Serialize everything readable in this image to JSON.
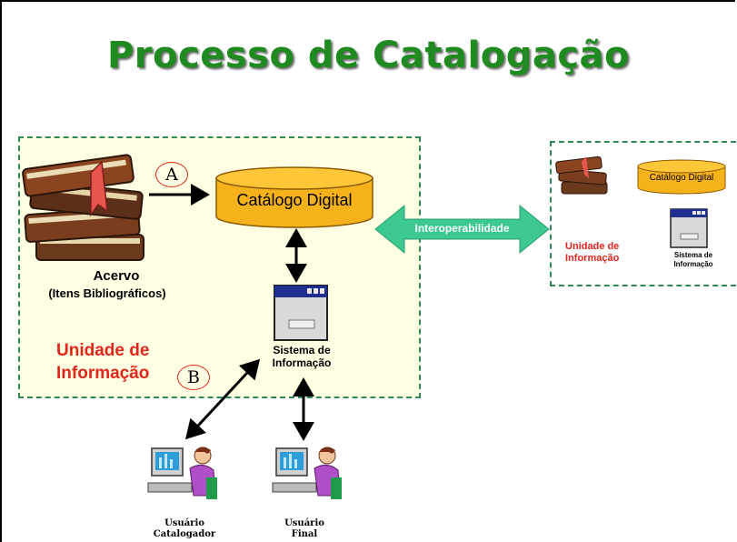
{
  "title": "Processo de Catalogação",
  "left_region": {
    "acervo": "Acervo",
    "acervo_sub": "(Itens Bibliográficos)",
    "catalog": "Catálogo Digital",
    "system_line1": "Sistema de",
    "system_line2": "Informação",
    "unit_line1": "Unidade de",
    "unit_line2": "Informação",
    "marker_a": "A",
    "marker_b": "B"
  },
  "interop": "Interoperabilidade",
  "right_region": {
    "catalog": "Catálogo Digital",
    "unit_line1": "Unidade de",
    "unit_line2": "Informação",
    "system_line1": "Sistema de",
    "system_line2": "Informação"
  },
  "users": [
    {
      "line1": "Usuário",
      "line2": "Catalogador"
    },
    {
      "line1": "Usuário",
      "line2": "Final"
    }
  ],
  "colors": {
    "title": "#1f8a1f",
    "region_fill": "#ffffe3",
    "region_border": "#2e8b57",
    "cylinder": "#f6b21a",
    "interop_arrow": "#3cc88e",
    "unit_text": "#e0261d"
  }
}
